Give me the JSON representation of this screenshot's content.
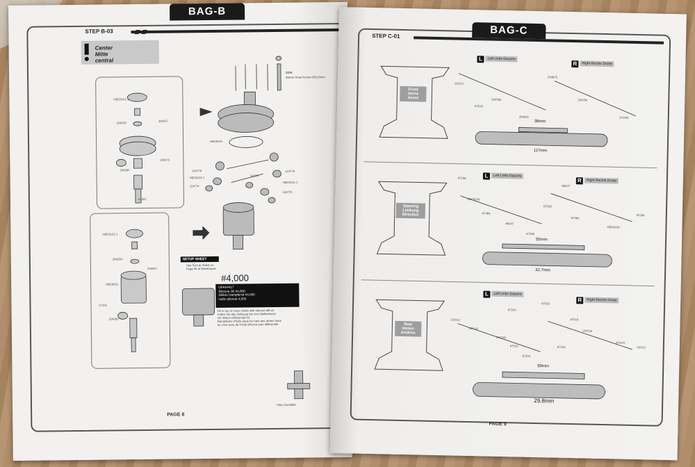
{
  "left_page": {
    "bag_tab": "BAG-B",
    "step_title": "STEP B-03",
    "center_box": {
      "line1": "Center",
      "line2": "Mitte",
      "line3": "central"
    },
    "screw_callout": {
      "code": "Z216",
      "desc": "Button Head Screw M3x15mm"
    },
    "setup_sheet": {
      "title": "SETUP SHEET",
      "note": "See Set-Up Sheet on\nPage 55 at Warehouse",
      "oil_weight": "#4,000"
    },
    "oil_box": [
      "OPA#4417",
      "Silicone Oil #4,000",
      "Silikon Dampfenol #4,000",
      "Huile silicone 4,000"
    ],
    "instruction": [
      "Fill to top of cross shafts with silicone diff oil.",
      "Füllen Sie das Gehäuse bis zum Wellenkreuz",
      "mit Silikon-Differential-Öl.",
      "Remplissez d'huile jusqu'au haut des arbres trans",
      "en croix avec de l'huile silicone pour différentiel."
    ],
    "step_complete": "Step Complete",
    "page_label": "PAGE 8",
    "parts": [
      "HBC8101-1",
      "204138",
      "204027",
      "204275",
      "204280",
      "67201",
      "HBC8021",
      "114776",
      "HBC8101-1",
      "67200",
      "114776",
      "HBC8101-1",
      "114776",
      "114776"
    ],
    "lower_parts": [
      "HBC8101-1",
      "204158",
      "204027",
      "HBC8021",
      "67201",
      "204280"
    ]
  },
  "right_page": {
    "bag_tab": "BAG-C",
    "step_title": "STEP C-01",
    "sections": [
      {
        "box": [
          "Front",
          "Vorne",
          "Avant"
        ]
      },
      {
        "box": [
          "Steering",
          "Lenkung",
          "Direction"
        ]
      },
      {
        "box": [
          "Rear",
          "Hinten",
          "Arrières"
        ]
      }
    ],
    "left_label": {
      "letter": "L",
      "en": "Left",
      "de": "Links",
      "fr": "Gauche"
    },
    "right_label": {
      "letter": "R",
      "en": "Right",
      "de": "Rechts",
      "fr": "Droite"
    },
    "front_measure": {
      "top": "38mm",
      "bottom": "117mm"
    },
    "steering_parts": [
      "67206",
      "HBC8100",
      "67464",
      "66247",
      "67206",
      "66247",
      "67206",
      "67464",
      "67206",
      "HBC8100"
    ],
    "steering_measure": {
      "top": "55mm",
      "bottom": "32.7mm"
    },
    "rear_parts": [
      "67204",
      "67516",
      "110112",
      "204141",
      "204118",
      "67516",
      "67204",
      "67204",
      "67516",
      "204118",
      "204141",
      "110112"
    ],
    "rear_measure": {
      "top": "59mm",
      "bottom": "29.8mm"
    },
    "front_parts": [
      "110112",
      "204760",
      "67516",
      "204615",
      "204675",
      "204760",
      "110160"
    ],
    "page_label": "PAGE 9"
  }
}
